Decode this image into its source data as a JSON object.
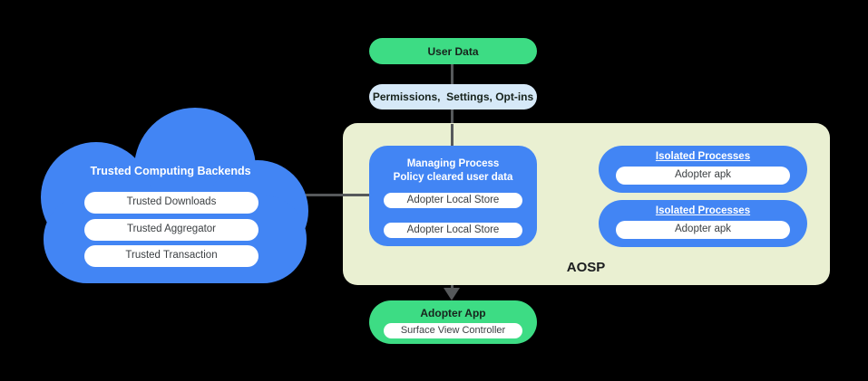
{
  "colors": {
    "background": "#000000",
    "blue": "#4285F4",
    "green": "#3DDC84",
    "light_blue": "#D6E9F8",
    "aosp_background": "#EAF0D2",
    "connector_gray": "#56595b",
    "pill_text": "#3c4043",
    "dark_text": "#17231c",
    "white": "#ffffff"
  },
  "cloud": {
    "title": "Trusted Computing Backends",
    "items": [
      "Trusted Downloads",
      "Trusted Aggregator",
      "Trusted Transaction"
    ]
  },
  "flow": {
    "user_data": "User Data",
    "permissions": "Permissions,  Settings, Opt-ins",
    "adopter_app": {
      "title": "Adopter App",
      "item": "Surface View Controller"
    }
  },
  "aosp": {
    "label": "AOSP",
    "managing_process": {
      "title_line1": "Managing Process",
      "title_line2": "Policy cleared user data",
      "items": [
        "Adopter Local Store",
        "Adopter Local Store"
      ]
    },
    "isolated_processes": [
      {
        "title": "Isolated Processes",
        "item": "Adopter apk"
      },
      {
        "title": "Isolated Processes",
        "item": "Adopter apk"
      }
    ]
  }
}
